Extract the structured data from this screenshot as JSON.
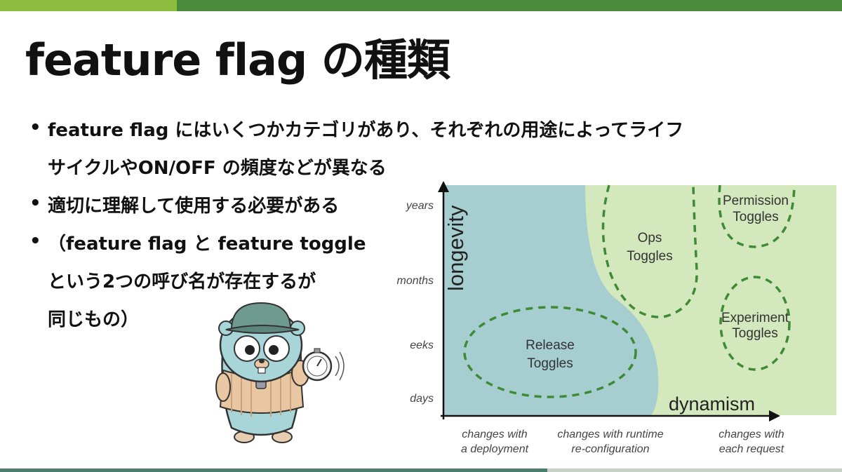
{
  "slide": {
    "title": "feature flag の種類",
    "bullets": [
      [
        "feature flag にはいくつかカテゴリがあり、それぞれの用途によってライフ",
        "サイクルやON/OFF の頻度などが異なる"
      ],
      [
        "適切に理解して使用する必要がある"
      ],
      [
        "（feature flag と feature toggle",
        "という2つの呼び名が存在するが",
        "同じもの）"
      ]
    ]
  },
  "diagram": {
    "y_axis_label": "longevity",
    "x_axis_label": "dynamism",
    "y_ticks": [
      "years",
      "months",
      "eeks",
      "days"
    ],
    "x_categories": [
      [
        "changes with",
        "a deployment"
      ],
      [
        "changes with runtime",
        "re-configuration"
      ],
      [
        "changes with",
        "each request"
      ]
    ],
    "regions": {
      "release": [
        "Release",
        "Toggles"
      ],
      "ops": [
        "Ops",
        "Toggles"
      ],
      "permission": [
        "Permission",
        "Toggles"
      ],
      "experiment": [
        "Experiment",
        "Toggles"
      ]
    },
    "colors": {
      "static_zone": "#a6cdd0",
      "dynamic_zone": "#d3e8bc",
      "dash": "#3f8a35"
    }
  },
  "mascot": {
    "icon": "gopher-with-stopwatch-icon"
  }
}
